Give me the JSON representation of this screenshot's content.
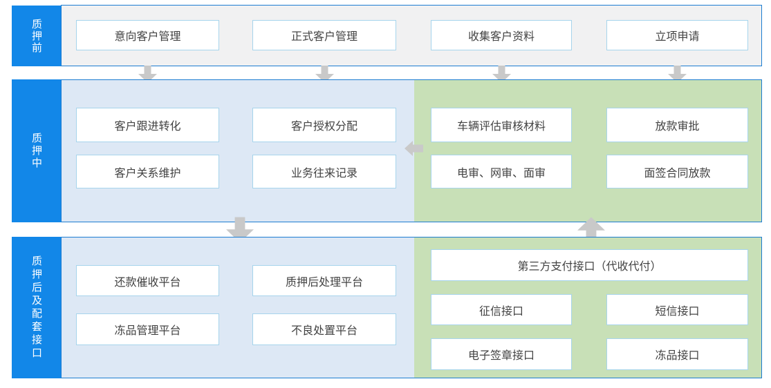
{
  "colors": {
    "label_bg": "#1287e8",
    "band_border": "#1b7cd1",
    "pre_pledge_bg": "#f1f1f2",
    "blue_zone_bg": "#dde8f5",
    "green_zone_bg": "#c8e0b7",
    "node_border": "#a6d4ec",
    "node_bg": "#ffffff",
    "arrow": "#c9c9c9",
    "text": "#424242",
    "label_text": "#ffffff"
  },
  "icons": {
    "arrow_down": "arrow-down-icon",
    "arrow_up": "arrow-up-icon",
    "arrow_left": "arrow-left-icon"
  },
  "bands": [
    {
      "label": "质押前",
      "boxes": [
        "意向客户管理",
        "正式客户管理",
        "收集客户资料",
        "立项申请"
      ]
    },
    {
      "label": "质押中",
      "blue_boxes": [
        "客户跟进转化",
        "客户授权分配",
        "客户关系维护",
        "业务往来记录"
      ],
      "green_boxes": [
        "车辆评估审核材料",
        "放款审批",
        "电审、网审、面审",
        "面签合同放款"
      ]
    },
    {
      "label": "质押后及配套接口",
      "blue_boxes": [
        "还款催收平台",
        "质押后处理平台",
        "冻品管理平台",
        "不良处置平台"
      ],
      "green_wide_box": "第三方支付接口（代收代付）",
      "green_boxes": [
        "征信接口",
        "短信接口",
        "电子签章接口",
        "冻品接口"
      ]
    }
  ]
}
